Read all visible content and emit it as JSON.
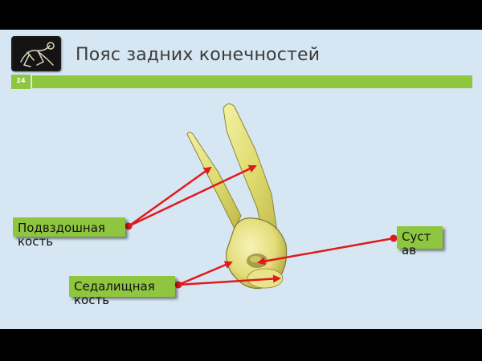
{
  "header": {
    "title": "Пояс задних конечностей",
    "page_number": "24"
  },
  "labels": {
    "ilium": "Подвздошная кость",
    "ischium": "Седалищная кость",
    "joint": "Сустав"
  },
  "colors": {
    "slide_background": "#d6e7f3",
    "accent_green": "#8fc63f",
    "arrow_red": "#e0191c",
    "bone_yellow": "#e4e07a",
    "frame_black": "#000000"
  },
  "icons": {
    "thumbnail": "frog-skeleton-thumbnail"
  }
}
